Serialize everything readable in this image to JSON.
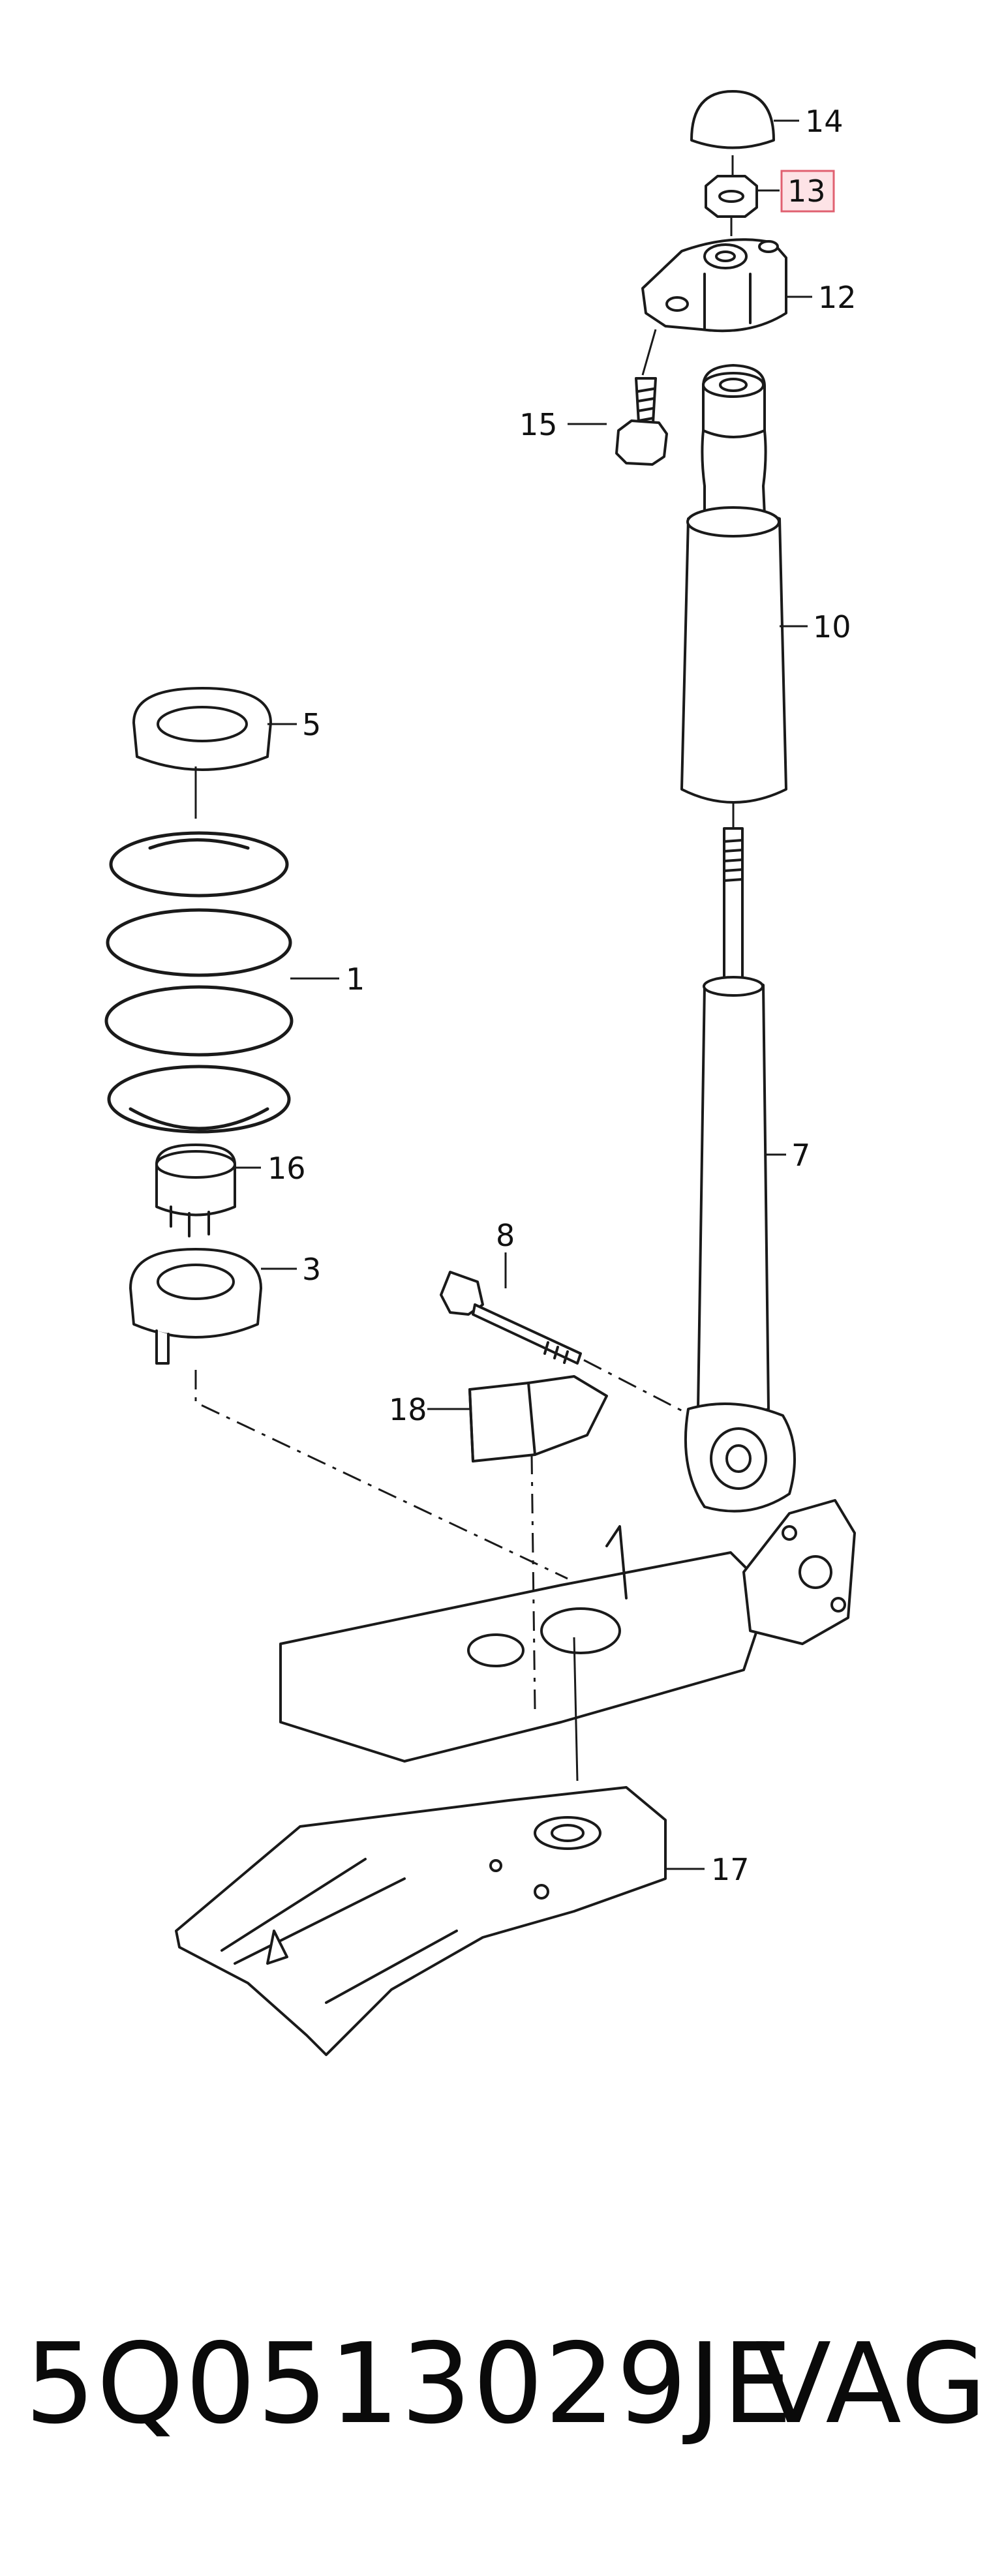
{
  "callouts": [
    {
      "id": "c14",
      "label": "14",
      "highlight": false
    },
    {
      "id": "c13",
      "label": "13",
      "highlight": true
    },
    {
      "id": "c12",
      "label": "12",
      "highlight": false
    },
    {
      "id": "c15",
      "label": "15",
      "highlight": false
    },
    {
      "id": "c10",
      "label": "10",
      "highlight": false
    },
    {
      "id": "c5",
      "label": "5",
      "highlight": false
    },
    {
      "id": "c1",
      "label": "1",
      "highlight": false
    },
    {
      "id": "c16",
      "label": "16",
      "highlight": false
    },
    {
      "id": "c3",
      "label": "3",
      "highlight": false
    },
    {
      "id": "c8",
      "label": "8",
      "highlight": false
    },
    {
      "id": "c7",
      "label": "7",
      "highlight": false
    },
    {
      "id": "c18",
      "label": "18",
      "highlight": false
    },
    {
      "id": "c17",
      "label": "17",
      "highlight": false
    }
  ],
  "caption": {
    "part_number": "5Q0513029JE",
    "brand": "VAG"
  },
  "colors": {
    "line": "#1a1a1a",
    "highlight_fill": "#fde3e6",
    "highlight_stroke": "#e06070"
  }
}
